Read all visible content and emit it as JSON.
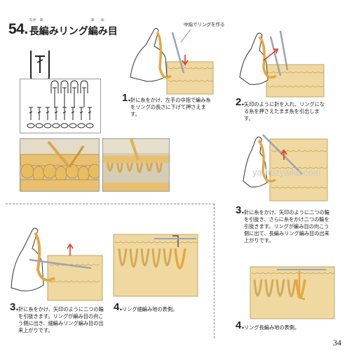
{
  "title": {
    "number": "54.",
    "text": "長編みリング編み目",
    "ruby_naga": "なが",
    "ruby_a1": "あ",
    "ruby_a2": "あ",
    "ruby_me": "め"
  },
  "callout": "中指でリングを作る",
  "steps": [
    {
      "num": "1.",
      "text": "針に糸をかけ、左手の中指で編み糸をリングの長さに下げて押さえます。"
    },
    {
      "num": "2.",
      "text": "矢印のように針を入れ、リングになる糸を押さえたまま糸を引出します。"
    },
    {
      "num": "3.",
      "text": "針に糸をかけ、矢印のように二つの輪を引抜き、さらに糸をかけ二つの輪を引抜きます。リングが編み目の向こう側に出て、長編みリング編み目の出来上がりです。"
    },
    {
      "num": "3.",
      "text": "針に糸をかけ、矢印のように二つの輪を引抜きます。リングが編み目の向こう側に出き、細編みリング編み目の出来上がりです。"
    },
    {
      "num": "4.",
      "text": "リング細編み地の表側。"
    },
    {
      "num": "4.",
      "text": "リング長編み地の表側。"
    }
  ],
  "watermark": "ya-hozyaika.com",
  "page_number": "34",
  "colors": {
    "yarn": "#e6a640",
    "yarn_dark": "#b87a22",
    "fabric": "#f0d9a0",
    "fabric_shade": "#d9b870",
    "arrow": "#e23a1c",
    "hook": "#9aa4b5"
  }
}
